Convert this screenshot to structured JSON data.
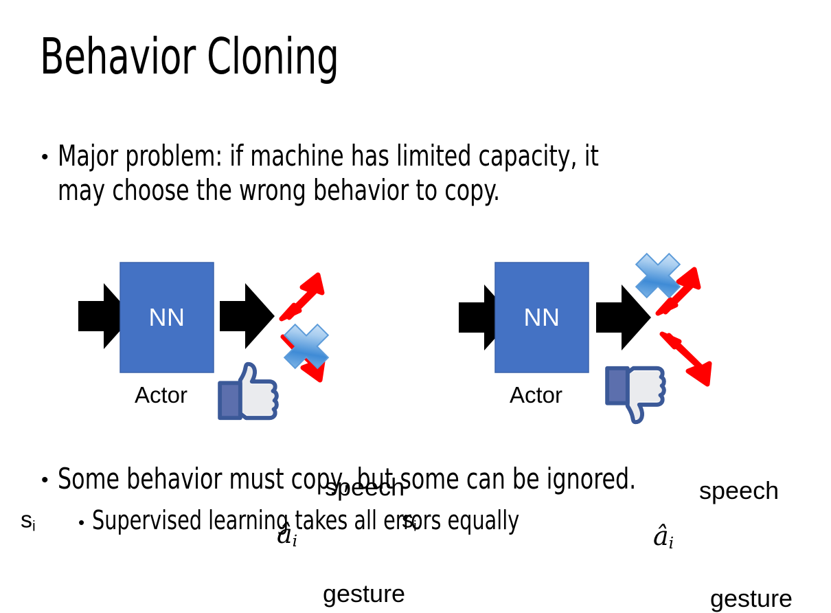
{
  "slide": {
    "title": "Behavior Cloning",
    "background_color": "#FFFFFF"
  },
  "bullets": [
    {
      "id": "problem",
      "level": 1,
      "marker": "•",
      "text": "Major problem: if machine has limited capacity, it\nmay choose the wrong behavior to copy."
    },
    {
      "id": "some-behavior",
      "level": 1,
      "marker": "•",
      "text": "Some behavior must copy, but some can be ignored."
    },
    {
      "id": "supervised",
      "level": 2,
      "marker": "•",
      "text": "Supervised learning takes all errors equally"
    }
  ],
  "diagrams": [
    {
      "id": "left",
      "input_label": "s",
      "input_subscript": "i",
      "nn_label": "NN",
      "nn_color": "#4472C4",
      "caption": "Actor",
      "output_label": "â",
      "output_subscript": "i",
      "branches": [
        {
          "name": "speech",
          "label": "speech",
          "crossed_out": false
        },
        {
          "name": "gesture",
          "label": "gesture",
          "crossed_out": true
        }
      ],
      "feedback_icon": "thumbs-up-icon",
      "feedback_sentiment": "positive",
      "arrow_color": "#FF0000",
      "cross_color": "#4E93D9"
    },
    {
      "id": "right",
      "input_label": "s",
      "input_subscript": "i",
      "nn_label": "NN",
      "nn_color": "#4472C4",
      "caption": "Actor",
      "output_label": "â",
      "output_subscript": "i",
      "branches": [
        {
          "name": "speech",
          "label": "speech",
          "crossed_out": true
        },
        {
          "name": "gesture",
          "label": "gesture",
          "crossed_out": false
        }
      ],
      "feedback_icon": "thumbs-down-icon",
      "feedback_sentiment": "negative",
      "arrow_color": "#FF0000",
      "cross_color": "#4E93D9"
    }
  ]
}
